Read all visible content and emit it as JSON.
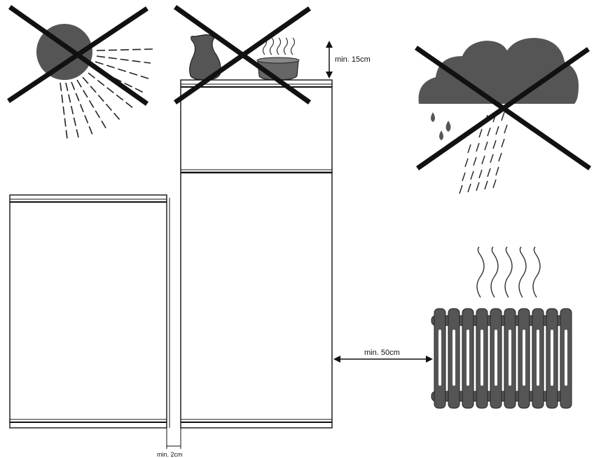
{
  "labels": {
    "top_clearance": "min. 15cm",
    "heater_clearance": "min. 50cm",
    "side_clearance": "min. 2cm"
  },
  "icons": {
    "sun": "sun-icon",
    "rain_cloud": "rain-cloud-icon",
    "jug": "jug-icon",
    "steaming_pot": "steaming-pot-icon",
    "radiator": "radiator-icon",
    "prohibited": "prohibited-x-icon"
  },
  "colors": {
    "ink": "#111111",
    "fill_dark": "#555555",
    "fill_mid": "#666666"
  }
}
